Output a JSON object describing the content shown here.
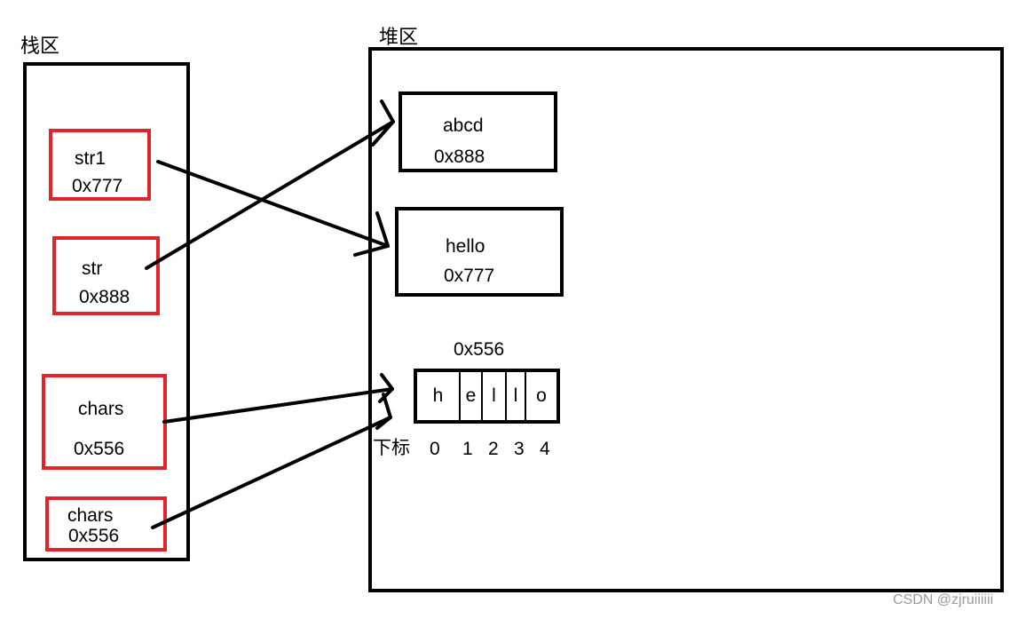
{
  "stack": {
    "label": "栈区",
    "items": [
      {
        "name": "str1",
        "addr": "0x777"
      },
      {
        "name": "str",
        "addr": "0x888"
      },
      {
        "name": "chars",
        "addr": "0x556"
      },
      {
        "name": "chars",
        "addr": "0x556"
      }
    ]
  },
  "heap": {
    "label": "堆区",
    "objects": [
      {
        "value": "abcd",
        "addr": "0x888"
      },
      {
        "value": "hello",
        "addr": "0x777"
      }
    ],
    "array": {
      "addr": "0x556",
      "cells": [
        "h",
        "e",
        "l",
        "l",
        "o"
      ],
      "index_label": "下标",
      "indices": [
        "0",
        "1",
        "2",
        "3",
        "4"
      ]
    }
  },
  "watermark": "CSDN @zjruiiiiii"
}
